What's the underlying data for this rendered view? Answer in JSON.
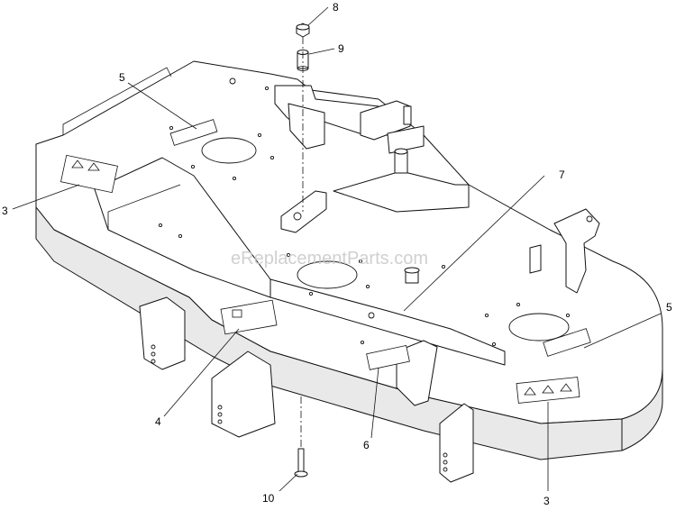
{
  "watermark": "eReplacementParts.com",
  "callouts": {
    "c3_left": "3",
    "c3_bottom": "3",
    "c4": "4",
    "c5_top": "5",
    "c5_right": "5",
    "c6": "6",
    "c7": "7",
    "c8": "8",
    "c9": "9",
    "c10": "10"
  }
}
